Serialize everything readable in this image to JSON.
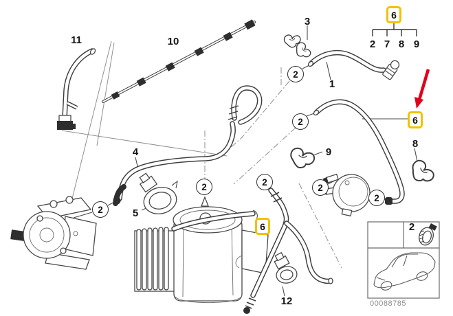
{
  "callouts": {
    "item1": "1",
    "item3": "3",
    "item4": "4",
    "item5": "5",
    "item8": "8",
    "item9": "9",
    "item10": "10",
    "item11": "11",
    "item12": "12",
    "group6": {
      "parent": "6",
      "children": [
        "2",
        "7",
        "8",
        "9"
      ]
    },
    "highlighted": "6",
    "circled": "2"
  },
  "legend": {
    "clamp_qty": "2",
    "image_code": "00088785"
  },
  "colors": {
    "highlight": "#F0C200",
    "arrow": "#E2001A"
  }
}
